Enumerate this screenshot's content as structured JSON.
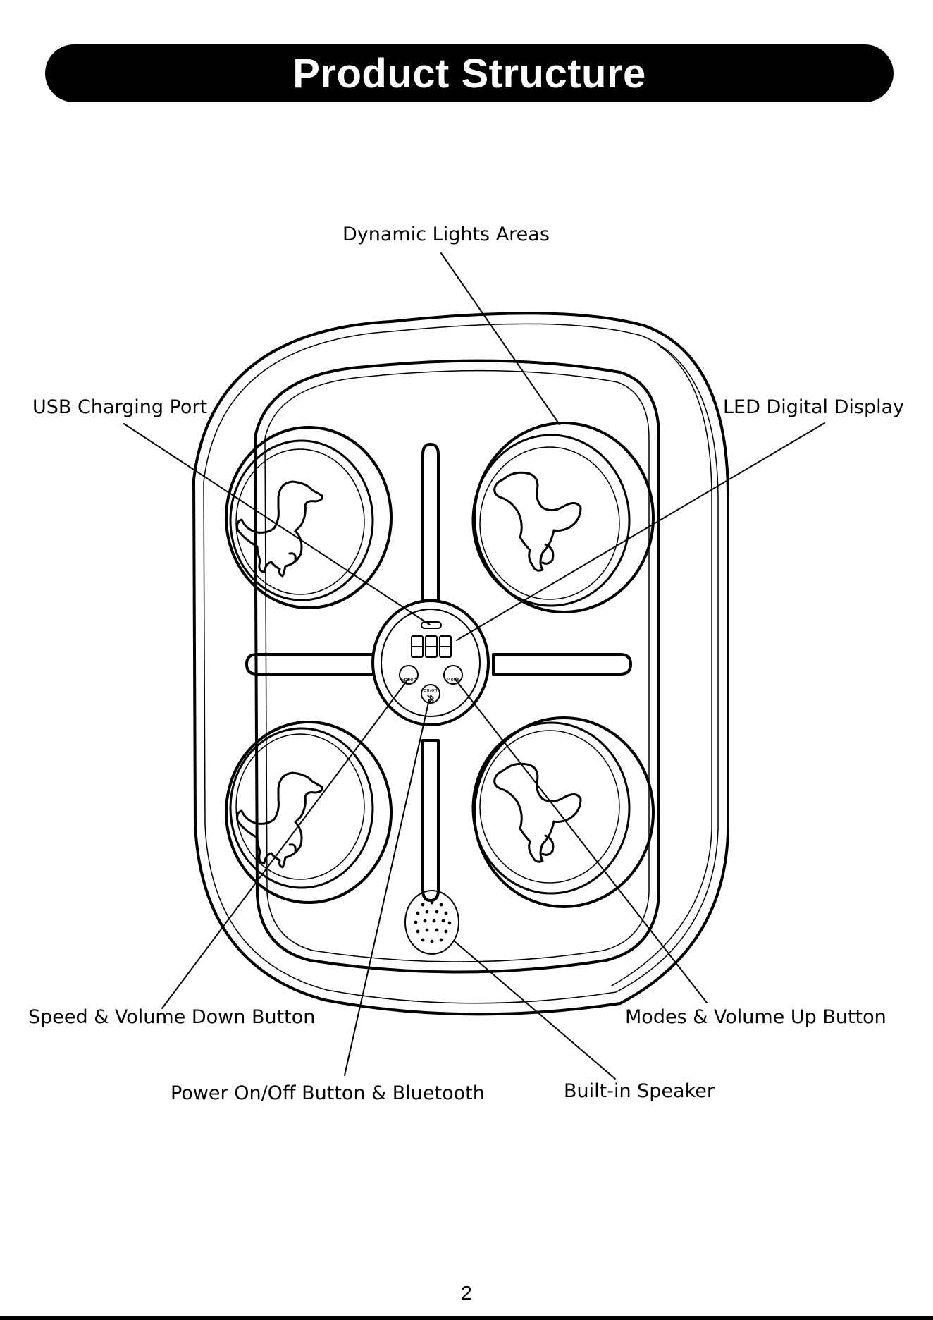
{
  "header": {
    "title": "Product Structure"
  },
  "diagram": {
    "labels": {
      "dynamic_lights": "Dynamic Lights Areas",
      "usb_port": "USB Charging Port",
      "led_display": "LED Digital Display",
      "speed_button": "Speed & Volume Down Button",
      "modes_button": "Modes & Volume Up Button",
      "power_button": "Power On/Off Button & Bluetooth",
      "speaker": "Built-in Speaker"
    },
    "panel": {
      "display_digits": "888",
      "speed_key": "Speed",
      "mode_key": "Mode",
      "power_key": "on/off"
    }
  },
  "footer": {
    "page_number": "2"
  }
}
